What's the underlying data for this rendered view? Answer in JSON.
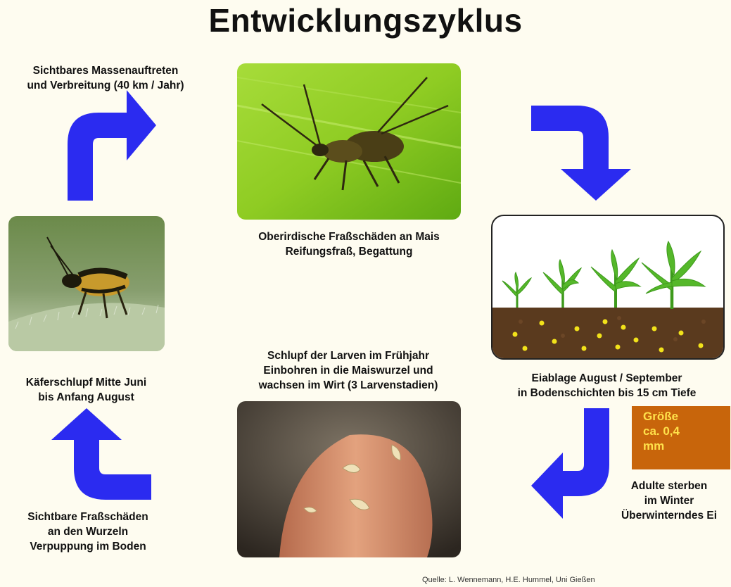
{
  "title": "Entwicklungszyklus",
  "stages": {
    "top": [
      "Oberirdische Fraßschäden an Mais",
      "Reifungsfraß, Begattung"
    ],
    "right": [
      "Eiablage August / September",
      "in Bodenschichten bis 15 cm Tiefe"
    ],
    "bottom": [
      "Schlupf der Larven im Frühjahr",
      "Einbohren in die Maiswurzel und",
      "wachsen im Wirt (3 Larvenstadien)"
    ],
    "left_lower": [
      "Sichtbare Fraßschäden",
      "an den Wurzeln",
      "Verpuppung im Boden"
    ],
    "left_upper": [
      "Käferschlupf Mitte Juni",
      "bis Anfang August"
    ],
    "top_left": [
      "Sichtbares Massenauftreten",
      "und Verbreitung (40 km / Jahr)"
    ],
    "winter": [
      "Adulte sterben",
      "im Winter",
      "Überwinterndes Ei"
    ]
  },
  "size_note": [
    "Größe",
    "ca. 0,4",
    "mm"
  ],
  "source": "Quelle: L. Wennemann, H.E. Hummel, Uni Gießen",
  "colors": {
    "arrow": "#2b2bf0",
    "size_box": "#c8650b",
    "size_text": "#ffe14a",
    "background": "#fefcf0"
  }
}
